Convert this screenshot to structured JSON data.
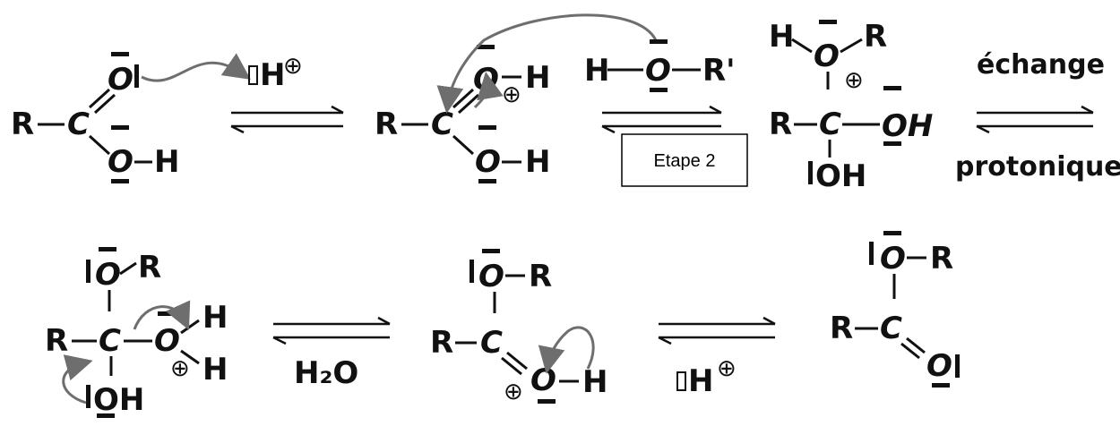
{
  "atoms": {
    "R": "R",
    "C": "C",
    "O": "O",
    "H": "H",
    "OH": "OH",
    "R_prime": "R'"
  },
  "reagents": {
    "proton": "H",
    "plus": "⊕",
    "water": "H₂O"
  },
  "labels": {
    "step2": "Etape 2",
    "exchange_line1": "échange",
    "exchange_line2": "protonique"
  }
}
